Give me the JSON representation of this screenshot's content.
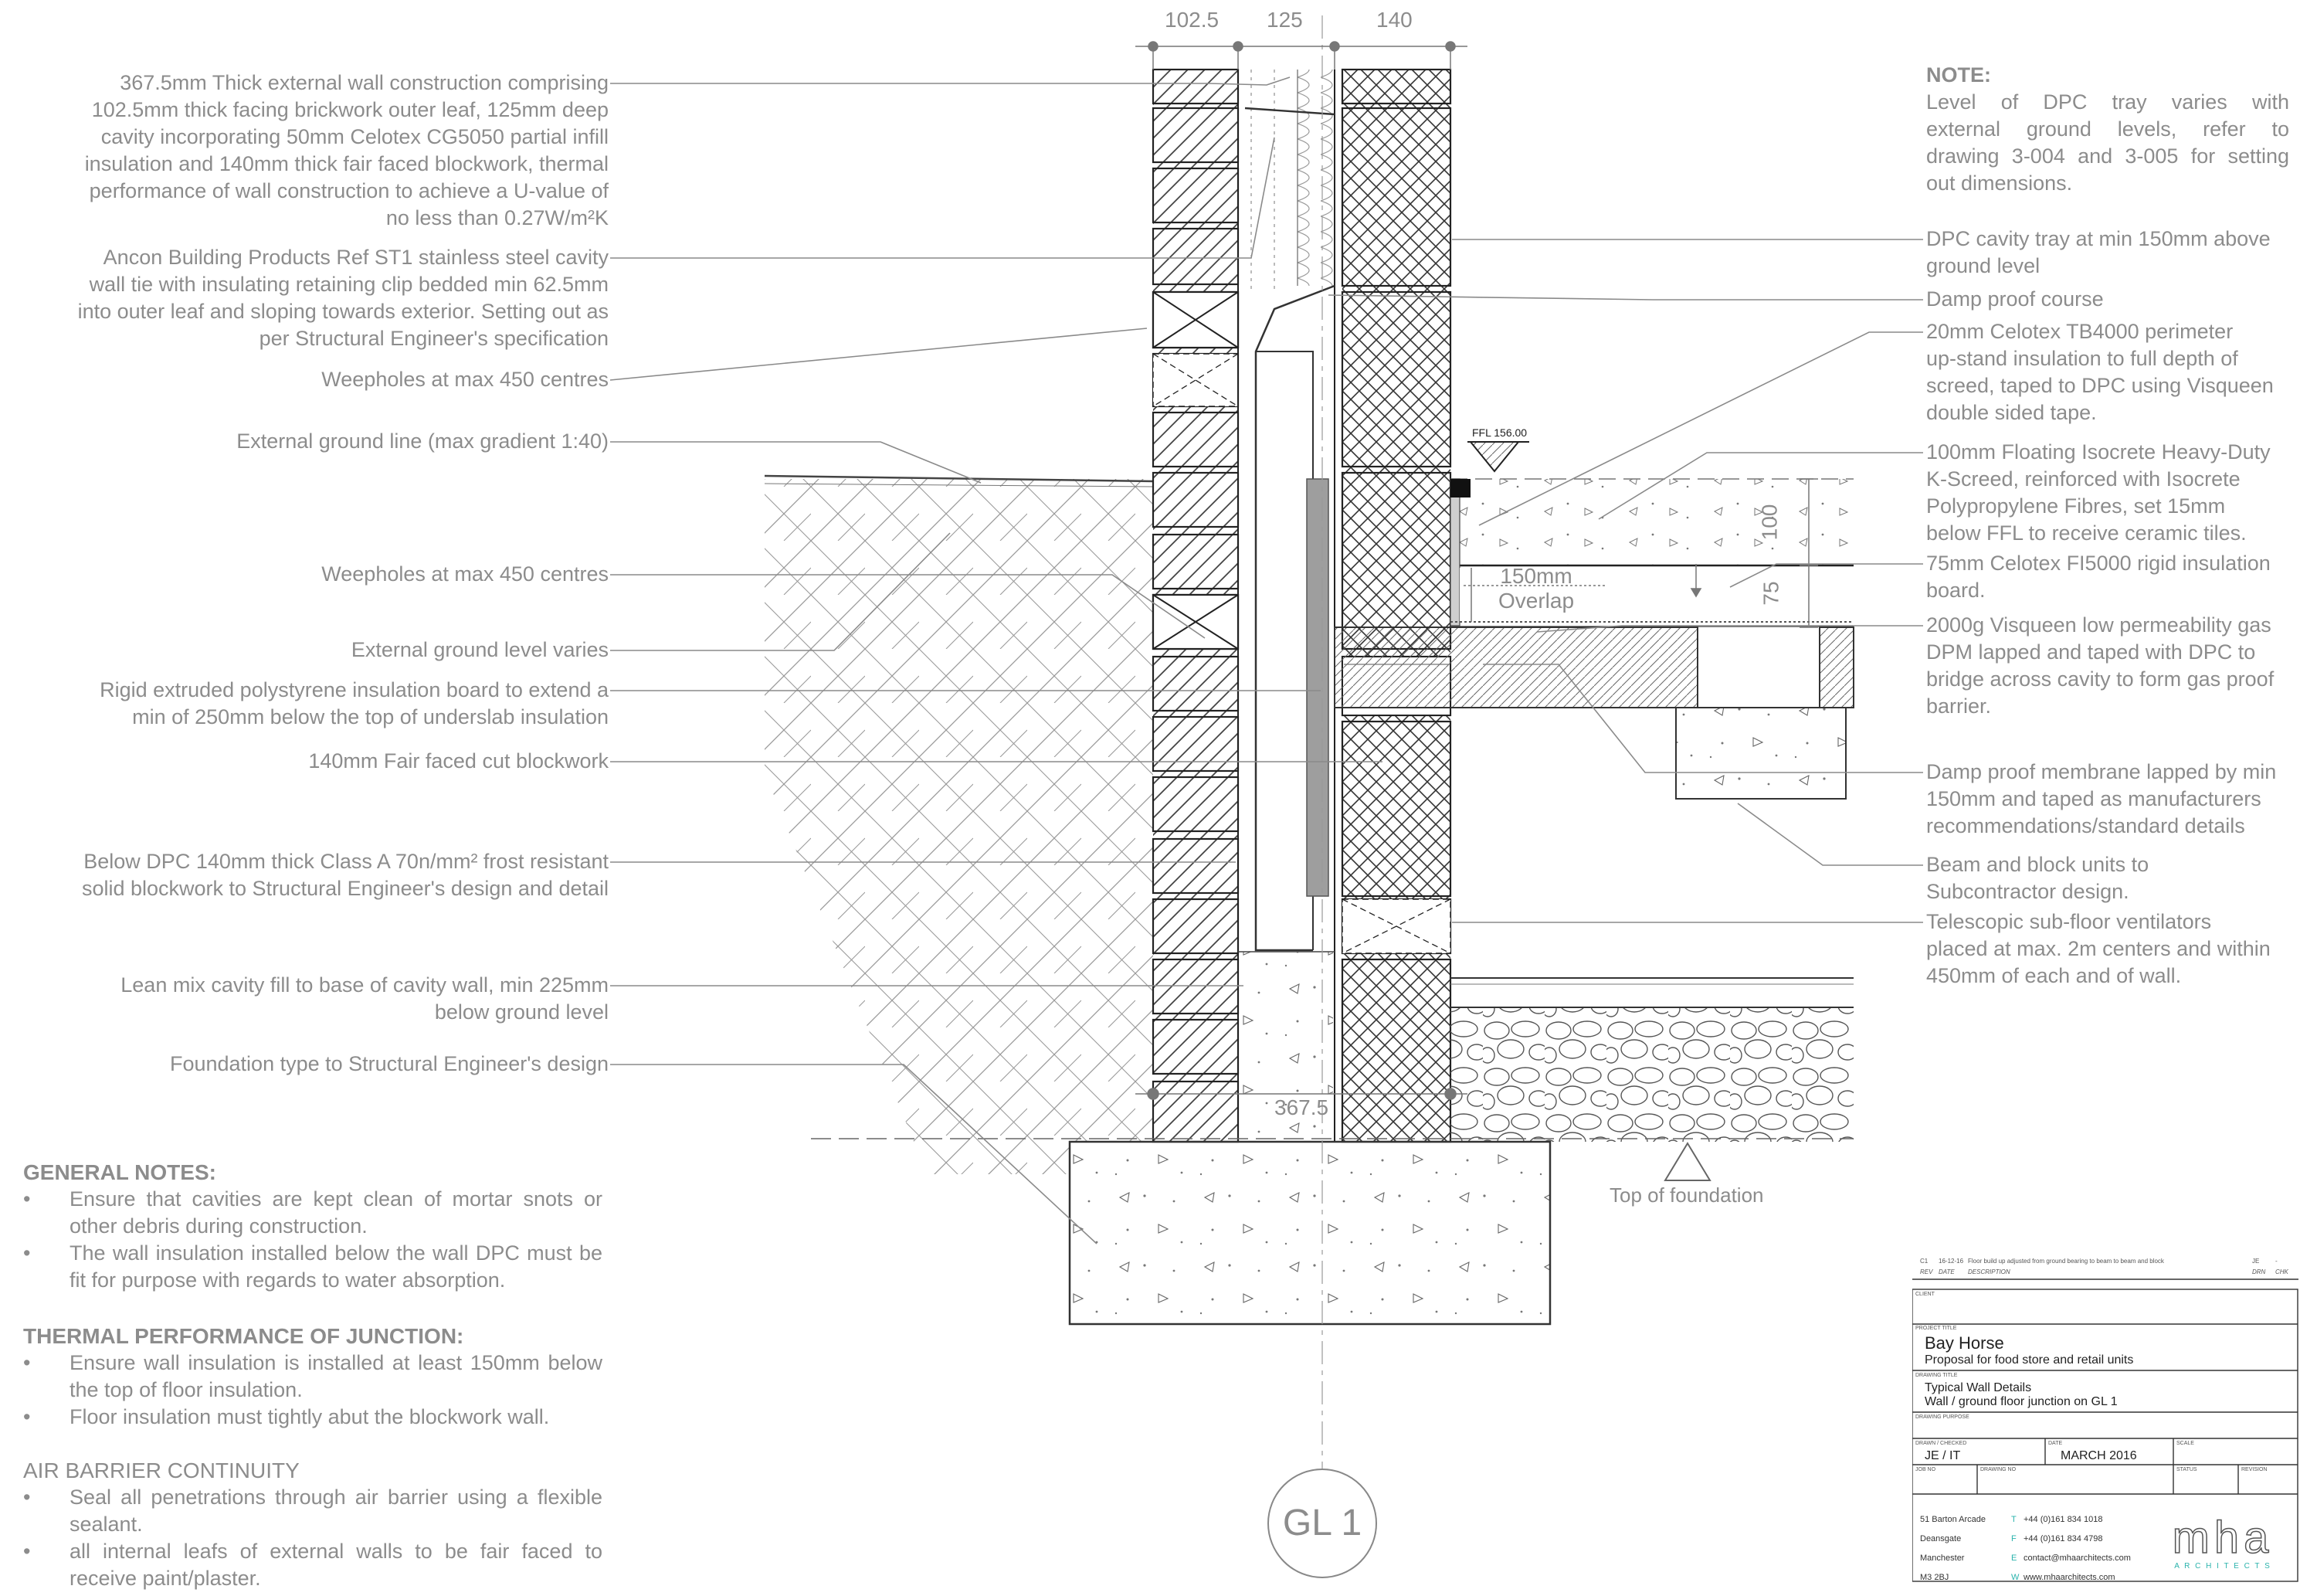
{
  "dimensions": {
    "d1": "102.5",
    "d2": "125",
    "d3": "140",
    "overall": "367.5",
    "floor_screed": "100",
    "floor_insulation": "75",
    "overlap": [
      "150mm",
      "Overlap"
    ],
    "ffl": "FFL  156.00"
  },
  "left_labels": [
    {
      "id": "wall-construction",
      "lines": [
        "367.5mm Thick external wall construction comprising",
        "102.5mm thick facing brickwork outer leaf, 125mm deep",
        "cavity incorporating 50mm Celotex CG5050 partial infill",
        "insulation and 140mm thick fair faced blockwork, thermal",
        "performance of wall construction to achieve a U-value of",
        "no less than 0.27W/m²K"
      ]
    },
    {
      "id": "wall-tie",
      "lines": [
        "Ancon Building Products Ref ST1 stainless steel cavity",
        "wall tie with insulating retaining clip bedded min 62.5mm",
        "into outer leaf and sloping towards exterior. Setting out as",
        "per Structural Engineer's specification"
      ]
    },
    {
      "id": "weepholes-upper",
      "lines": [
        "Weepholes at max 450 centres"
      ]
    },
    {
      "id": "external-ground-line",
      "lines": [
        "External ground line (max gradient 1:40)"
      ]
    },
    {
      "id": "weepholes-lower",
      "lines": [
        "Weepholes at max 450 centres"
      ]
    },
    {
      "id": "ground-level-varies",
      "lines": [
        "External ground level varies"
      ]
    },
    {
      "id": "rigid-polystyrene",
      "lines": [
        "Rigid extruded polystyrene insulation board to extend a",
        "min of 250mm below the top of underslab insulation"
      ]
    },
    {
      "id": "cut-blockwork",
      "lines": [
        "140mm Fair faced cut blockwork"
      ]
    },
    {
      "id": "below-dpc-blockwork",
      "lines": [
        "Below DPC 140mm thick Class A 70n/mm² frost resistant",
        "solid blockwork to Structural Engineer's design and detail"
      ]
    },
    {
      "id": "lean-mix",
      "lines": [
        "Lean mix cavity fill to base of cavity wall, min 225mm",
        "below ground level"
      ]
    },
    {
      "id": "foundation-type",
      "lines": [
        "Foundation type to Structural Engineer's design"
      ]
    }
  ],
  "note": {
    "heading": "NOTE:",
    "lines": [
      "Level of DPC tray varies with",
      "external ground levels, refer to",
      "drawing 3-004 and 3-005 for setting",
      "out dimensions."
    ]
  },
  "right_labels": [
    {
      "id": "dpc-cavity-tray",
      "lines": [
        "DPC cavity tray at min 150mm above",
        "ground level"
      ]
    },
    {
      "id": "damp-proof-course",
      "lines": [
        "Damp proof course"
      ]
    },
    {
      "id": "perimeter-insulation",
      "lines": [
        "20mm Celotex TB4000 perimeter",
        "up-stand insulation to full depth of",
        "screed, taped to DPC using Visqueen",
        "double sided tape."
      ]
    },
    {
      "id": "floating-screed",
      "lines": [
        "100mm Floating Isocrete Heavy-Duty",
        "K-Screed, reinforced with Isocrete",
        "Polypropylene Fibres, set 15mm",
        "below FFL to receive ceramic tiles."
      ]
    },
    {
      "id": "rigid-insulation-board",
      "lines": [
        "75mm Celotex FI5000 rigid insulation",
        "board."
      ]
    },
    {
      "id": "gas-dpm",
      "lines": [
        "2000g Visqueen low permeability gas",
        "DPM lapped and taped with DPC to",
        "bridge across cavity to form gas proof",
        "barrier."
      ]
    },
    {
      "id": "dpm-lapped",
      "lines": [
        "Damp proof membrane lapped by min",
        "150mm and taped as manufacturers",
        "recommendations/standard details"
      ]
    },
    {
      "id": "beam-block",
      "lines": [
        "Beam and block units to",
        "Subcontractor design."
      ]
    },
    {
      "id": "sub-floor-ventilators",
      "lines": [
        "Telescopic sub-floor ventilators",
        "placed at max. 2m centers and within",
        "450mm of each and of wall."
      ]
    }
  ],
  "top_of_foundation": "Top of foundation",
  "grid_bubble": "GL 1",
  "general_notes": {
    "heading": "GENERAL NOTES:",
    "items": [
      "Ensure that cavities are kept clean of mortar snots or other debris during construction.",
      "The wall insulation installed below the wall DPC must be fit for purpose with regards to water absorption."
    ]
  },
  "thermal_notes": {
    "heading": "THERMAL PERFORMANCE OF JUNCTION:",
    "items": [
      "Ensure wall insulation is installed at least 150mm below the top of floor insulation.",
      "Floor insulation must tightly abut the blockwork wall."
    ]
  },
  "air_barrier": {
    "heading": "AIR BARRIER CONTINUITY",
    "items": [
      "Seal all penetrations through air barrier using a flexible sealant.",
      "all internal leafs of external walls to be fair faced to receive paint/plaster."
    ]
  },
  "title_block": {
    "revision": {
      "rev": "C1",
      "date": "16-12-16",
      "description": "Floor build up adjusted from ground bearing to beam to beam and block",
      "drn": "JE",
      "chk": "-"
    },
    "rev_headers": {
      "rev": "REV",
      "date": "DATE",
      "description": "DESCRIPTION",
      "drn": "DRN",
      "chk": "CHK"
    },
    "client_caption": "CLIENT",
    "project_caption": "PROJECT TITLE",
    "project_title": "Bay Horse",
    "project_subtitle": "Proposal for food store and retail units",
    "drawing_caption": "DRAWING TITLE",
    "drawing_title_1": "Typical Wall Details",
    "drawing_title_2": "Wall / ground floor junction on GL 1",
    "purpose_caption": "DRAWING PURPOSE",
    "drawn_caption": "DRAWN / CHECKED",
    "drawn_value": "JE / IT",
    "date_caption": "DATE",
    "date_value": "MARCH 2016",
    "scale_caption": "SCALE",
    "job_caption": "JOB No",
    "drawing_no_caption": "DRAWING No",
    "status_caption": "STATUS",
    "revision_caption": "REVISION",
    "address": [
      "51 Barton Arcade",
      "Deansgate",
      "Manchester",
      "M3 2BJ"
    ],
    "contact_letters": [
      "T",
      "F",
      "E",
      "W"
    ],
    "contacts": [
      "+44 (0)161 834 1018",
      "+44 (0)161 834 4798",
      "contact@mhaarchitects.com",
      "www.mhaarchitects.com"
    ],
    "logo_word": "mha",
    "logo_sub": "A R C H I T E C T S"
  },
  "colors": {
    "line": "#555555",
    "label": "#8c8c8c",
    "insulation_dark": "#999999",
    "logo_accent": "#2ab3ac"
  }
}
